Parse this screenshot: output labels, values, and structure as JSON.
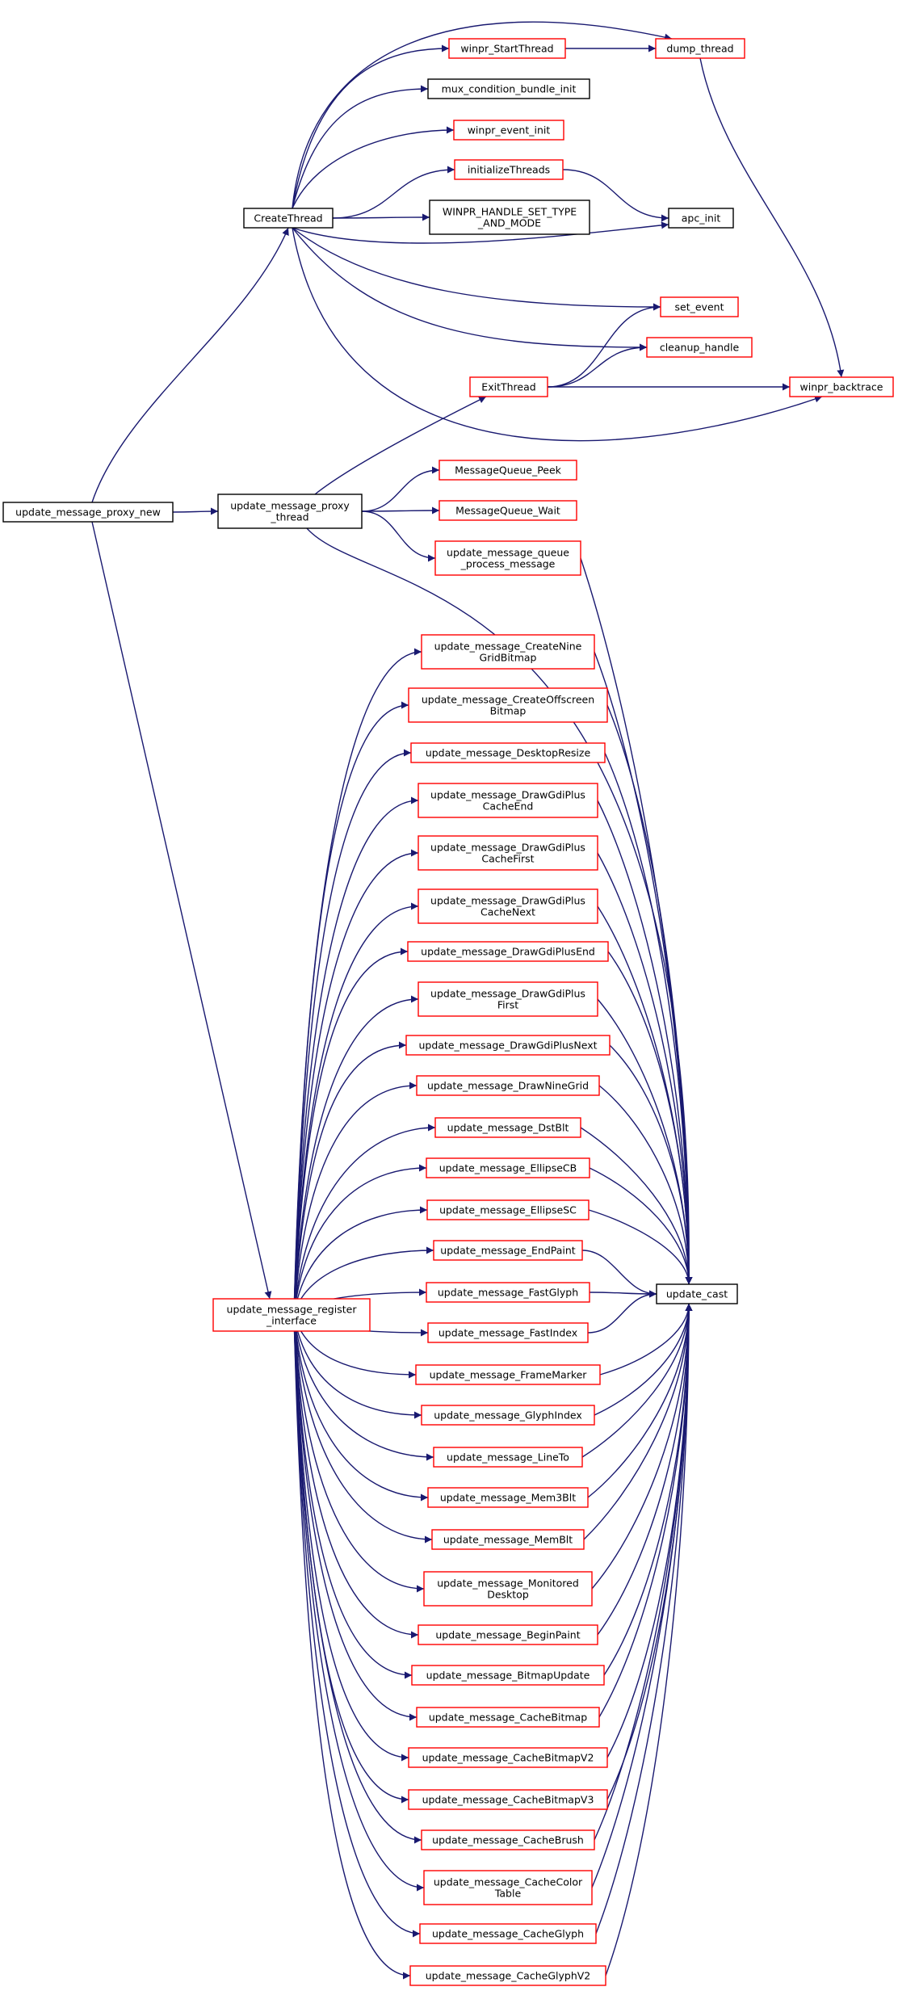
{
  "colors": {
    "edge": "#191970",
    "border_red": "#ff0000",
    "border_black": "#000000",
    "root_fill": "#bfbfbf",
    "node_fill": "#ffffff"
  },
  "nodes": [
    {
      "id": "root",
      "lines": [
        "update_message_proxy_new"
      ],
      "style": "root"
    },
    {
      "id": "createthread",
      "lines": [
        "CreateThread"
      ],
      "style": "black"
    },
    {
      "id": "proxy_thread",
      "lines": [
        "update_message_proxy",
        "_thread"
      ],
      "style": "black"
    },
    {
      "id": "register",
      "lines": [
        "update_message_register",
        "_interface"
      ],
      "style": "red"
    },
    {
      "id": "startthread",
      "lines": [
        "winpr_StartThread"
      ],
      "style": "red"
    },
    {
      "id": "dump_thread",
      "lines": [
        "dump_thread"
      ],
      "style": "red"
    },
    {
      "id": "mux",
      "lines": [
        "mux_condition_bundle_init"
      ],
      "style": "black"
    },
    {
      "id": "event_init",
      "lines": [
        "winpr_event_init"
      ],
      "style": "red"
    },
    {
      "id": "init_threads",
      "lines": [
        "initializeThreads"
      ],
      "style": "red"
    },
    {
      "id": "handle_type",
      "lines": [
        "WINPR_HANDLE_SET_TYPE",
        "_AND_MODE"
      ],
      "style": "black"
    },
    {
      "id": "apc_init",
      "lines": [
        "apc_init"
      ],
      "style": "black"
    },
    {
      "id": "set_event",
      "lines": [
        "set_event"
      ],
      "style": "red"
    },
    {
      "id": "cleanup",
      "lines": [
        "cleanup_handle"
      ],
      "style": "red"
    },
    {
      "id": "exitthread",
      "lines": [
        "ExitThread"
      ],
      "style": "red"
    },
    {
      "id": "backtrace",
      "lines": [
        "winpr_backtrace"
      ],
      "style": "red"
    },
    {
      "id": "peek",
      "lines": [
        "MessageQueue_Peek"
      ],
      "style": "red"
    },
    {
      "id": "wait",
      "lines": [
        "MessageQueue_Wait"
      ],
      "style": "red"
    },
    {
      "id": "queue_proc",
      "lines": [
        "update_message_queue",
        "_process_message"
      ],
      "style": "red"
    },
    {
      "id": "update_cast",
      "lines": [
        "update_cast"
      ],
      "style": "black"
    },
    {
      "id": "m0",
      "lines": [
        "update_message_CreateNine",
        "GridBitmap"
      ],
      "style": "red"
    },
    {
      "id": "m1",
      "lines": [
        "update_message_CreateOffscreen",
        "Bitmap"
      ],
      "style": "red"
    },
    {
      "id": "m2",
      "lines": [
        "update_message_DesktopResize"
      ],
      "style": "red"
    },
    {
      "id": "m3",
      "lines": [
        "update_message_DrawGdiPlus",
        "CacheEnd"
      ],
      "style": "red"
    },
    {
      "id": "m4",
      "lines": [
        "update_message_DrawGdiPlus",
        "CacheFirst"
      ],
      "style": "red"
    },
    {
      "id": "m5",
      "lines": [
        "update_message_DrawGdiPlus",
        "CacheNext"
      ],
      "style": "red"
    },
    {
      "id": "m6",
      "lines": [
        "update_message_DrawGdiPlusEnd"
      ],
      "style": "red"
    },
    {
      "id": "m7",
      "lines": [
        "update_message_DrawGdiPlus",
        "First"
      ],
      "style": "red"
    },
    {
      "id": "m8",
      "lines": [
        "update_message_DrawGdiPlusNext"
      ],
      "style": "red"
    },
    {
      "id": "m9",
      "lines": [
        "update_message_DrawNineGrid"
      ],
      "style": "red"
    },
    {
      "id": "m10",
      "lines": [
        "update_message_DstBlt"
      ],
      "style": "red"
    },
    {
      "id": "m11",
      "lines": [
        "update_message_EllipseCB"
      ],
      "style": "red"
    },
    {
      "id": "m12",
      "lines": [
        "update_message_EllipseSC"
      ],
      "style": "red"
    },
    {
      "id": "m13",
      "lines": [
        "update_message_EndPaint"
      ],
      "style": "red"
    },
    {
      "id": "m14",
      "lines": [
        "update_message_FastGlyph"
      ],
      "style": "red"
    },
    {
      "id": "m15",
      "lines": [
        "update_message_FastIndex"
      ],
      "style": "red"
    },
    {
      "id": "m16",
      "lines": [
        "update_message_FrameMarker"
      ],
      "style": "red"
    },
    {
      "id": "m17",
      "lines": [
        "update_message_GlyphIndex"
      ],
      "style": "red"
    },
    {
      "id": "m18",
      "lines": [
        "update_message_LineTo"
      ],
      "style": "red"
    },
    {
      "id": "m19",
      "lines": [
        "update_message_Mem3Blt"
      ],
      "style": "red"
    },
    {
      "id": "m20",
      "lines": [
        "update_message_MemBlt"
      ],
      "style": "red"
    },
    {
      "id": "m21",
      "lines": [
        "update_message_Monitored",
        "Desktop"
      ],
      "style": "red"
    },
    {
      "id": "m22",
      "lines": [
        "update_message_BeginPaint"
      ],
      "style": "red"
    },
    {
      "id": "m23",
      "lines": [
        "update_message_BitmapUpdate"
      ],
      "style": "red"
    },
    {
      "id": "m24",
      "lines": [
        "update_message_CacheBitmap"
      ],
      "style": "red"
    },
    {
      "id": "m25",
      "lines": [
        "update_message_CacheBitmapV2"
      ],
      "style": "red"
    },
    {
      "id": "m26",
      "lines": [
        "update_message_CacheBitmapV3"
      ],
      "style": "red"
    },
    {
      "id": "m27",
      "lines": [
        "update_message_CacheBrush"
      ],
      "style": "red"
    },
    {
      "id": "m28",
      "lines": [
        "update_message_CacheColor",
        "Table"
      ],
      "style": "red"
    },
    {
      "id": "m29",
      "lines": [
        "update_message_CacheGlyph"
      ],
      "style": "red"
    },
    {
      "id": "m30",
      "lines": [
        "update_message_CacheGlyphV2"
      ],
      "style": "red"
    }
  ],
  "edges": [
    [
      "root",
      "createthread"
    ],
    [
      "root",
      "proxy_thread"
    ],
    [
      "root",
      "register"
    ],
    [
      "createthread",
      "startthread"
    ],
    [
      "createthread",
      "dump_thread"
    ],
    [
      "createthread",
      "mux"
    ],
    [
      "createthread",
      "event_init"
    ],
    [
      "createthread",
      "init_threads"
    ],
    [
      "createthread",
      "handle_type"
    ],
    [
      "createthread",
      "apc_init"
    ],
    [
      "createthread",
      "set_event"
    ],
    [
      "createthread",
      "cleanup"
    ],
    [
      "createthread",
      "backtrace"
    ],
    [
      "startthread",
      "dump_thread"
    ],
    [
      "dump_thread",
      "backtrace"
    ],
    [
      "init_threads",
      "apc_init"
    ],
    [
      "exitthread",
      "set_event"
    ],
    [
      "exitthread",
      "cleanup"
    ],
    [
      "exitthread",
      "backtrace"
    ],
    [
      "proxy_thread",
      "exitthread"
    ],
    [
      "proxy_thread",
      "peek"
    ],
    [
      "proxy_thread",
      "wait"
    ],
    [
      "proxy_thread",
      "queue_proc"
    ],
    [
      "proxy_thread",
      "update_cast"
    ],
    [
      "queue_proc",
      "update_cast"
    ],
    [
      "register",
      "m0"
    ],
    [
      "register",
      "m1"
    ],
    [
      "register",
      "m2"
    ],
    [
      "register",
      "m3"
    ],
    [
      "register",
      "m4"
    ],
    [
      "register",
      "m5"
    ],
    [
      "register",
      "m6"
    ],
    [
      "register",
      "m7"
    ],
    [
      "register",
      "m8"
    ],
    [
      "register",
      "m9"
    ],
    [
      "register",
      "m10"
    ],
    [
      "register",
      "m11"
    ],
    [
      "register",
      "m12"
    ],
    [
      "register",
      "m13"
    ],
    [
      "register",
      "m14"
    ],
    [
      "register",
      "m15"
    ],
    [
      "register",
      "m16"
    ],
    [
      "register",
      "m17"
    ],
    [
      "register",
      "m18"
    ],
    [
      "register",
      "m19"
    ],
    [
      "register",
      "m20"
    ],
    [
      "register",
      "m21"
    ],
    [
      "register",
      "m22"
    ],
    [
      "register",
      "m23"
    ],
    [
      "register",
      "m24"
    ],
    [
      "register",
      "m25"
    ],
    [
      "register",
      "m26"
    ],
    [
      "register",
      "m27"
    ],
    [
      "register",
      "m28"
    ],
    [
      "register",
      "m29"
    ],
    [
      "register",
      "m30"
    ],
    [
      "m0",
      "update_cast"
    ],
    [
      "m1",
      "update_cast"
    ],
    [
      "m2",
      "update_cast"
    ],
    [
      "m3",
      "update_cast"
    ],
    [
      "m4",
      "update_cast"
    ],
    [
      "m5",
      "update_cast"
    ],
    [
      "m6",
      "update_cast"
    ],
    [
      "m7",
      "update_cast"
    ],
    [
      "m8",
      "update_cast"
    ],
    [
      "m9",
      "update_cast"
    ],
    [
      "m10",
      "update_cast"
    ],
    [
      "m11",
      "update_cast"
    ],
    [
      "m12",
      "update_cast"
    ],
    [
      "m13",
      "update_cast"
    ],
    [
      "m14",
      "update_cast"
    ],
    [
      "m15",
      "update_cast"
    ],
    [
      "m16",
      "update_cast"
    ],
    [
      "m17",
      "update_cast"
    ],
    [
      "m18",
      "update_cast"
    ],
    [
      "m19",
      "update_cast"
    ],
    [
      "m20",
      "update_cast"
    ],
    [
      "m21",
      "update_cast"
    ],
    [
      "m22",
      "update_cast"
    ],
    [
      "m23",
      "update_cast"
    ],
    [
      "m24",
      "update_cast"
    ],
    [
      "m25",
      "update_cast"
    ],
    [
      "m26",
      "update_cast"
    ],
    [
      "m27",
      "update_cast"
    ],
    [
      "m28",
      "update_cast"
    ],
    [
      "m29",
      "update_cast"
    ],
    [
      "m30",
      "update_cast"
    ]
  ]
}
